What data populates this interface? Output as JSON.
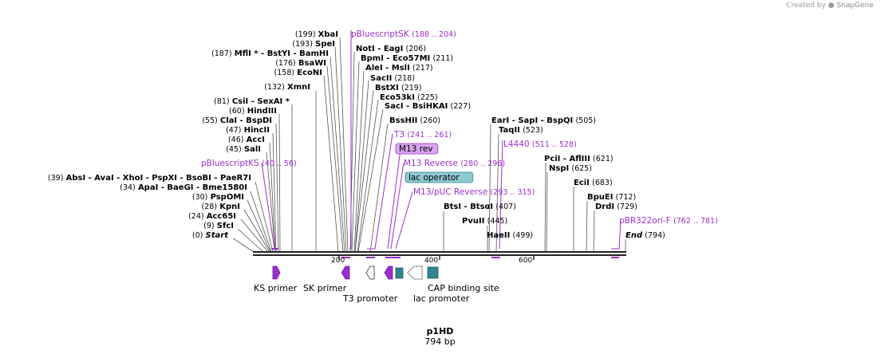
{
  "credit": {
    "prefix": "Created by",
    "brand": "SnapGene"
  },
  "plasmid": {
    "name": "p1HD",
    "length": "794 bp"
  },
  "ruler": {
    "ticks": [
      "200",
      "400",
      "600"
    ]
  },
  "colors": {
    "primer": "#9b30d0",
    "promoter_outline": "#555555",
    "cap": "#2e8591",
    "line": "#333333"
  },
  "site_rows": [
    {
      "pos": "(199)",
      "names": [
        "XbaI"
      ]
    },
    {
      "pos": "(193)",
      "names": [
        "SpeI"
      ]
    },
    {
      "pos": "(187)",
      "names": [
        "MflI *",
        "BstYI",
        "BamHI"
      ]
    },
    {
      "pos": "(176)",
      "names": [
        "BsaWI"
      ]
    },
    {
      "pos": "(158)",
      "names": [
        "EcoNI"
      ]
    },
    {
      "pos": "(132)",
      "names": [
        "XmnI"
      ]
    },
    {
      "pos": "(81)",
      "names": [
        "CsiI",
        "SexAI *"
      ]
    },
    {
      "pos": "(60)",
      "names": [
        "HindIII"
      ]
    },
    {
      "pos": "(55)",
      "names": [
        "ClaI",
        "BspDI"
      ]
    },
    {
      "pos": "(47)",
      "names": [
        "HincII"
      ]
    },
    {
      "pos": "(46)",
      "names": [
        "AccI"
      ]
    },
    {
      "pos": "(45)",
      "names": [
        "SalI"
      ]
    },
    {
      "pos": "(39)",
      "names": [
        "AbsI",
        "AvaI",
        "XhoI",
        "PspXI",
        "BsoBI",
        "PaeR7I"
      ]
    },
    {
      "pos": "(34)",
      "names": [
        "ApaI",
        "BaeGI",
        "Bme1580I"
      ]
    },
    {
      "pos": "(30)",
      "names": [
        "PspOMI"
      ]
    },
    {
      "pos": "(28)",
      "names": [
        "KpnI"
      ]
    },
    {
      "pos": "(24)",
      "names": [
        "Acc65I"
      ]
    },
    {
      "pos": "(9)",
      "names": [
        "SfcI"
      ]
    },
    {
      "pos": "(0)",
      "names": [
        "Start"
      ]
    },
    {
      "pos": "(206)",
      "names": [
        "NotI",
        "EagI"
      ]
    },
    {
      "pos": "(211)",
      "names": [
        "BpmI",
        "Eco57MI"
      ]
    },
    {
      "pos": "(217)",
      "names": [
        "AleI",
        "MslI"
      ]
    },
    {
      "pos": "(218)",
      "names": [
        "SacII"
      ]
    },
    {
      "pos": "(219)",
      "names": [
        "BstXI"
      ]
    },
    {
      "pos": "(225)",
      "names": [
        "Eco53kI"
      ]
    },
    {
      "pos": "(227)",
      "names": [
        "SacI",
        "BsiHKAI"
      ]
    },
    {
      "pos": "(260)",
      "names": [
        "BssHII"
      ]
    },
    {
      "pos": "(407)",
      "names": [
        "BtsI",
        "BtsαI"
      ]
    },
    {
      "pos": "(445)",
      "names": [
        "PvuII"
      ]
    },
    {
      "pos": "(499)",
      "names": [
        "HaeII"
      ]
    },
    {
      "pos": "(505)",
      "names": [
        "EarI",
        "SapI",
        "BspQI"
      ]
    },
    {
      "pos": "(523)",
      "names": [
        "TaqII"
      ]
    },
    {
      "pos": "(621)",
      "names": [
        "PciI",
        "AflIII"
      ]
    },
    {
      "pos": "(625)",
      "names": [
        "NspI"
      ]
    },
    {
      "pos": "(683)",
      "names": [
        "EciI"
      ]
    },
    {
      "pos": "(712)",
      "names": [
        "BpuEI"
      ]
    },
    {
      "pos": "(729)",
      "names": [
        "DrdI"
      ]
    },
    {
      "pos": "(794)",
      "names": [
        "End"
      ]
    }
  ],
  "primer_labels": [
    {
      "name": "pBluescriptSK",
      "range": "(188 .. 204)"
    },
    {
      "name": "pBluescriptKS",
      "range": "(40 .. 56)"
    },
    {
      "name": "T3",
      "range": "(241 .. 261)"
    },
    {
      "name": "M13 rev",
      "range": ""
    },
    {
      "name": "M13 Reverse",
      "range": "(280 .. 296)"
    },
    {
      "name": "lac operator",
      "range": ""
    },
    {
      "name": "M13/pUC Reverse",
      "range": "(293 .. 315)"
    },
    {
      "name": "L4440",
      "range": "(511 .. 528)"
    },
    {
      "name": "pBR322ori-F",
      "range": "(762 .. 781)"
    }
  ],
  "features": [
    {
      "name": "KS primer"
    },
    {
      "name": "SK primer"
    },
    {
      "name": "T3 promoter"
    },
    {
      "name": "lac promoter"
    },
    {
      "name": "CAP binding site"
    }
  ]
}
